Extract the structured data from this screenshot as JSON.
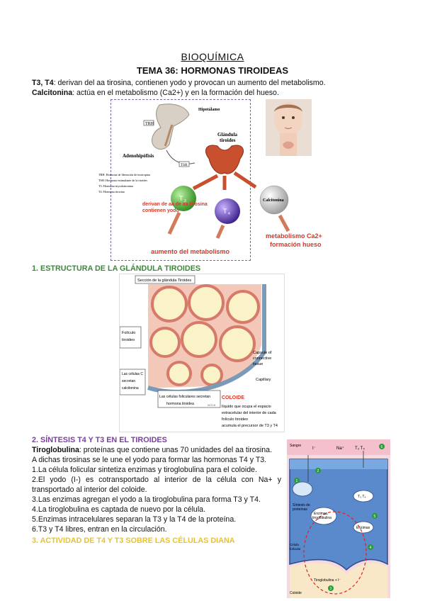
{
  "header": {
    "title": "BIOQUÍMICA",
    "subtitle": "TEMA 36: HORMONAS TIROIDEAS"
  },
  "intro": {
    "t3t4_term": "T3, T4",
    "t3t4_text": ": derivan del aa tirosina, contienen yodo y provocan un aumento del metabolismo.",
    "calcitonina_term": "Calcitonina",
    "calcitonina_text": ": actúa en el metabolismo (Ca2+) y en la formación del hueso."
  },
  "figure1": {
    "hipotalamo": "Hipotálamo",
    "trh": "TRH",
    "adenohipofisis": "Adenohipófisis",
    "tsh": "TSH",
    "glandula": "Glándula tiroides",
    "legend": [
      "TRH: Hormona de liberación de tirotropina",
      "TSH: Hormona estimulante de la tiroides",
      "T3: Hormona triyodotironina",
      "T4: Hormona tiroxina"
    ],
    "t3": "T",
    "t3_sub": "3",
    "t4": "T",
    "t4_sub": "4",
    "calcitonina": "Calcitonina",
    "derivan": "derivan de aa de aa tirosina contienen yodo",
    "aumento": "aumento del metabolismo",
    "metabolismo_ca": "metabolismo Ca2+",
    "formacion": "formación hueso"
  },
  "section1": {
    "heading": "1. ESTRUCTURA DE LA GLÁNDULA TIROIDES"
  },
  "figure2": {
    "seccion": "Sección de la glándula Tiroides",
    "foliculo": "Folículo tiroideo",
    "celulas_c": "Las células C secretan calcitonina",
    "celulas_foliculares": "Las células foliculares secretan hormona tiroidea",
    "capsule": "Capsule of connective tissue",
    "capillary": "Capillary",
    "coloide_title": "COLOIDE",
    "coloide_text": "líquido que ocupa el espacio extracelular del interior de cada folículo tiroideo acumula el precursor de T3 y T4",
    "watermark": "NCS M"
  },
  "section2": {
    "heading": "2. SÍNTESIS T4 Y T3 EN EL TIROIDES",
    "tiroglobulina_term": "Tiroglobulina",
    "tiroglobulina_text": ": proteínas que contiene unas 70 unidades del aa tirosina.",
    "p2": "A dichas tirosinas se le une el yodo para formar las hormonas T4 y T3.",
    "steps": [
      "1.La célula folicular sintetiza enzimas y tiroglobulina para el coloide.",
      "2.El yodo (I-) es cotransportado al interior de la célula con Na+ y transportado al interior del coloide.",
      "3.Las enzimas agregan el yodo a la tiroglobulina para forma T3 y T4.",
      "4.La tiroglobulina es captada de nuevo por la célula.",
      "5.Enzimas intracelulares separan la T3 y la T4 de la proteína.",
      "6.T3 y T4 libres, entran en la circulación."
    ]
  },
  "section3": {
    "heading": "3. ACTIVIDAD DE T4 Y T3 SOBRE LAS CÉLULAS DIANA"
  },
  "figure3": {
    "sangre": "Sangre",
    "iodide": "I⁻",
    "na": "Na⁺",
    "t3t4_top": "T₃  T₄",
    "sintesis": "Síntesis de proteínas",
    "enzimas_tg": "Enzimas, tiroglobulina",
    "enzimas": "Enzimas",
    "t3t4_mid": "T₃  T₄",
    "celula": "Célula folicular",
    "tiroglobulina": "Tiroglobulina + I⁻",
    "coloide": "Coloide",
    "step_numbers": [
      "1",
      "2",
      "3",
      "4",
      "5",
      "6"
    ]
  },
  "colors": {
    "green_heading": "#3a8a3a",
    "purple_heading": "#7b3fa0",
    "yellow_heading": "#e8c230",
    "red_label": "#d23a2a"
  }
}
